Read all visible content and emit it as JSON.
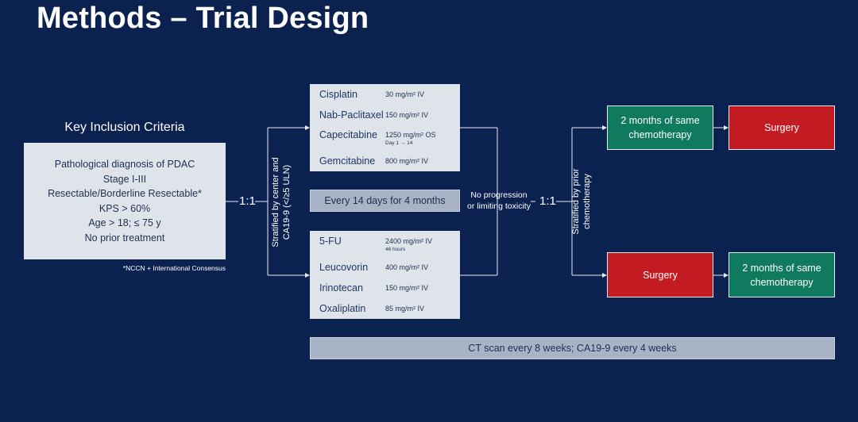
{
  "title": "Methods – Trial Design",
  "inclusion": {
    "heading": "Key Inclusion Criteria",
    "items": [
      "Pathological diagnosis of PDAC",
      "Stage I-III",
      "Resectable/Borderline Resectable*",
      "KPS > 60%",
      "Age > 18; ≤ 75 y",
      "No prior treatment"
    ],
    "footnote": "*NCCN + International Consensus"
  },
  "randomization1": {
    "ratio": "1:1",
    "stratification": [
      "Stratified by center and",
      "CA19-9 (</≥5 ULN)"
    ]
  },
  "arm_a": {
    "drugs": [
      {
        "name": "Cisplatin",
        "dose": "30 mg/m² IV",
        "note": ""
      },
      {
        "name": "Nab-Paclitaxel",
        "dose": "150 mg/m² IV",
        "note": ""
      },
      {
        "name": "Capecitabine",
        "dose": "1250 mg/m² OS",
        "note": "Day 1 → 14"
      },
      {
        "name": "Gemcitabine",
        "dose": "800 mg/m² IV",
        "note": ""
      }
    ]
  },
  "schedule": "Every 14 days for 4 months",
  "arm_b": {
    "drugs": [
      {
        "name": "5-FU",
        "dose": "2400 mg/m² IV",
        "note": "46 hours"
      },
      {
        "name": "Leucovorin",
        "dose": "400 mg/m² IV",
        "note": ""
      },
      {
        "name": "Irinotecan",
        "dose": "150 mg/m² IV",
        "note": ""
      },
      {
        "name": "Oxaliplatin",
        "dose": "85 mg/m² IV",
        "note": ""
      }
    ]
  },
  "progression": [
    "No progression",
    "or limiting toxicity"
  ],
  "randomization2": {
    "ratio": "1:1",
    "stratification": [
      "Stratified by prior",
      "chemotherapy"
    ]
  },
  "top_branch": {
    "first": "2 months of same chemotherapy",
    "second": "Surgery"
  },
  "bottom_branch": {
    "first": "Surgery",
    "second": "2 months of same chemotherapy"
  },
  "monitoring": "CT scan every 8 weeks; CA19-9 every 4 weeks",
  "colors": {
    "background": "#0b2150",
    "box_gray": "#dfe3ea",
    "band": "#a8b3c6",
    "green": "#0f7a5e",
    "red": "#c21c22"
  }
}
